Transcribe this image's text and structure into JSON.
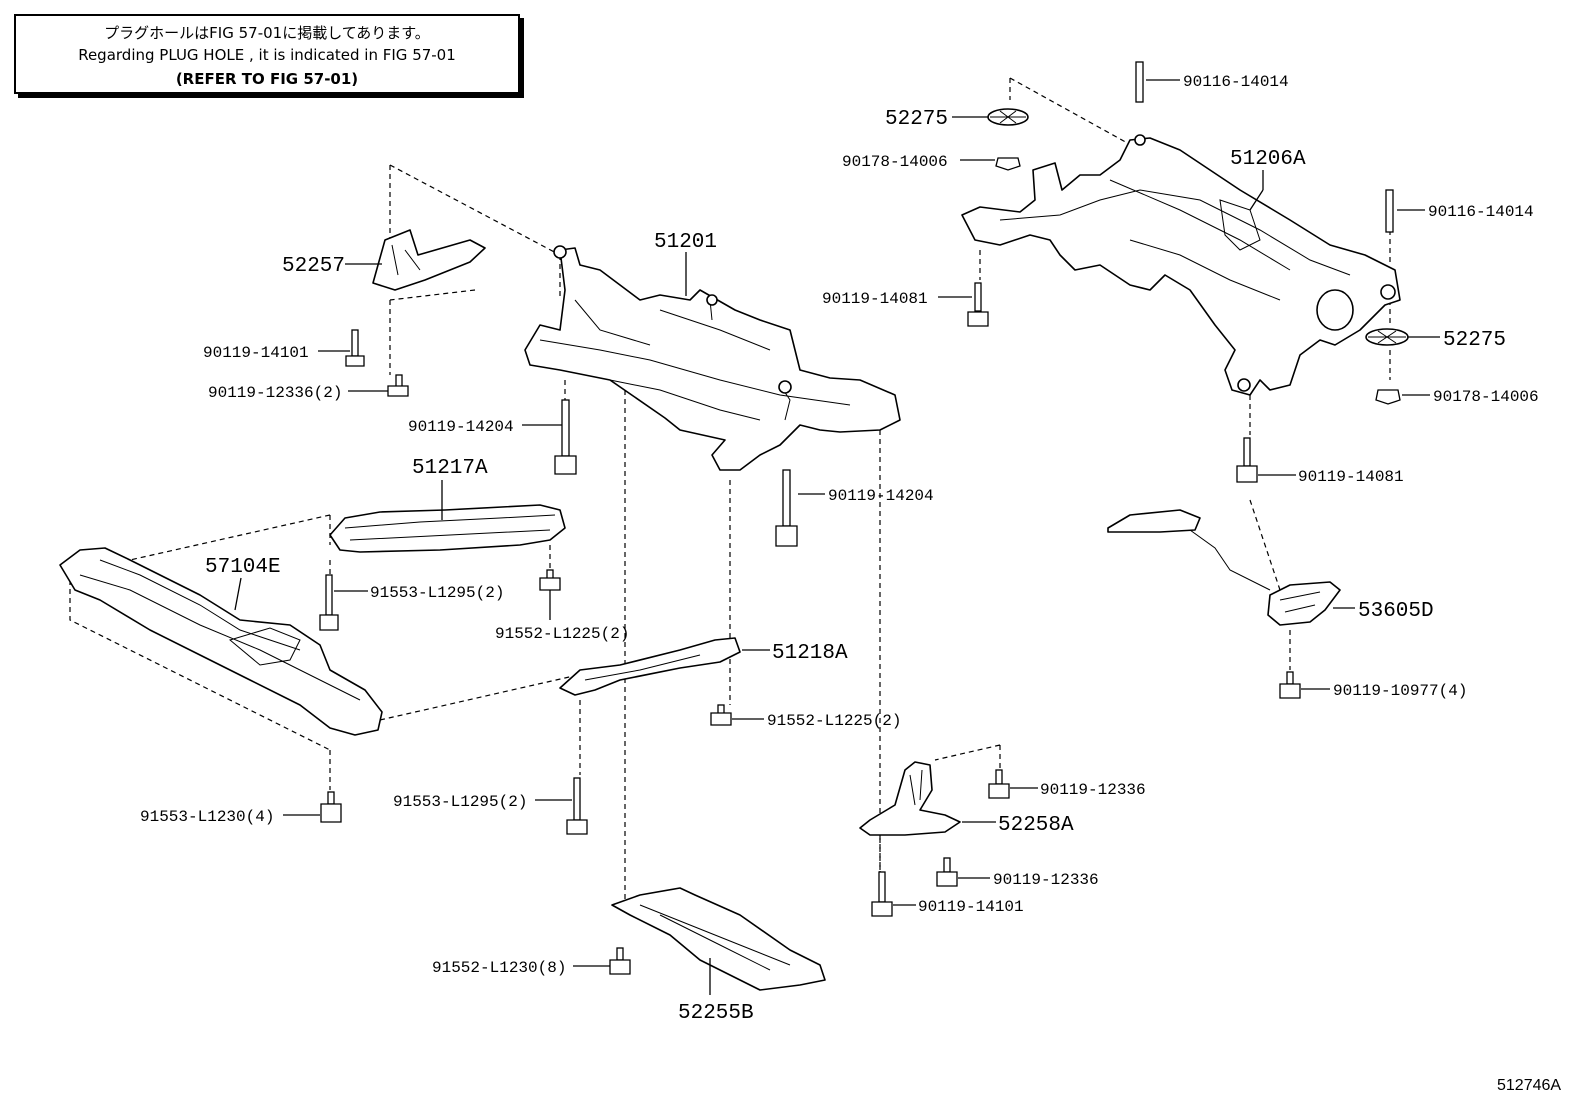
{
  "note": {
    "line_ja": "プラグホールはFIG 57-01に掲載してあります。",
    "line_en": "Regarding  PLUG  HOLE , it is indicated in  FIG  57-01",
    "line_ref": "(REFER  TO  FIG  57-01)"
  },
  "parts": {
    "p52257": "52257",
    "p51201": "51201",
    "p51206A": "51206A",
    "p52275_top": "52275",
    "p52275_right": "52275",
    "p51217A": "51217A",
    "p57104E": "57104E",
    "p51218A": "51218A",
    "p53605D": "53605D",
    "p52258A": "52258A",
    "p52255B": "52255B"
  },
  "fasteners": {
    "f90116_top": "90116-14014",
    "f90116_right": "90116-14014",
    "f90178_top": "90178-14006",
    "f90178_right": "90178-14006",
    "f90119_14081_left": "90119-14081",
    "f90119_14081_right": "90119-14081",
    "f90119_10977": "90119-10977(4)",
    "f90119_14101_top": "90119-14101",
    "f90119_12336_2": "90119-12336(2)",
    "f90119_14204_left": "90119-14204",
    "f90119_14204_right": "90119-14204",
    "f91553_L1295_top": "91553-L1295(2)",
    "f91552_L1225_top": "91552-L1225(2)",
    "f91552_L1225_mid": "91552-L1225(2)",
    "f91553_L1295_bottom": "91553-L1295(2)",
    "f91553_L1230": "91553-L1230(4)",
    "f91552_L1230": "91552-L1230(8)",
    "f90119_12336_a": "90119-12336",
    "f90119_12336_b": "90119-12336",
    "f90119_14101_bottom": "90119-14101"
  },
  "figure_code": "512746A"
}
